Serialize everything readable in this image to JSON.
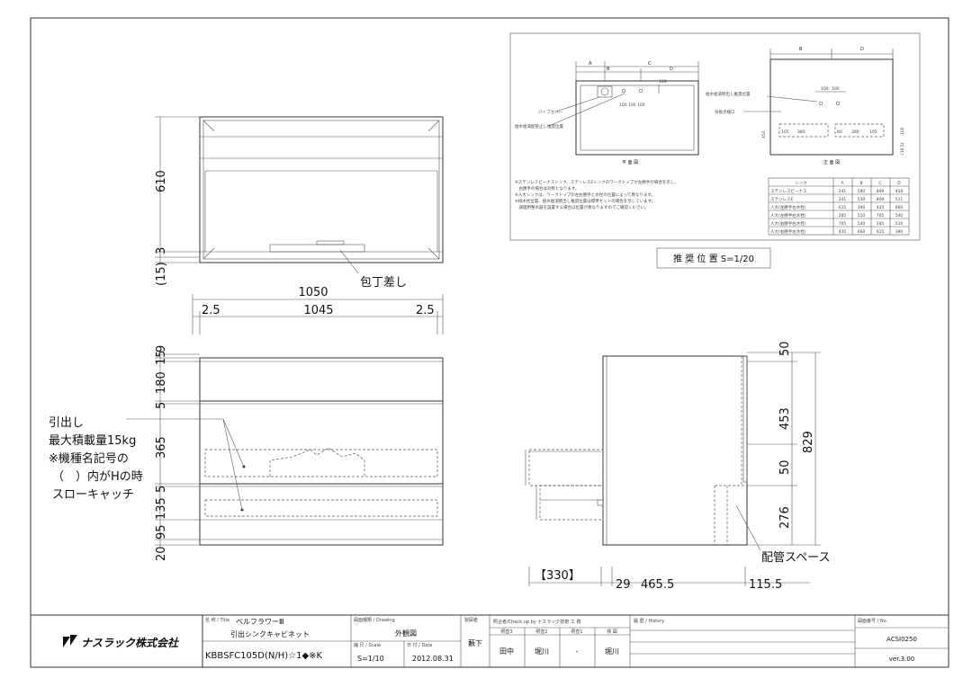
{
  "front_view": {
    "dims_vertical": [
      "610",
      "3",
      "(15)"
    ],
    "dims_horizontal": [
      "1050",
      "2.5",
      "1045",
      "2.5"
    ],
    "callout_knife": "包丁差し"
  },
  "drawer_view": {
    "dims_vertical": [
      "9",
      "15",
      "180",
      "5",
      "365",
      "5",
      "135",
      "95",
      "20"
    ],
    "notes": [
      "引出し",
      "最大積載量15kg",
      "※機種名記号の",
      "（　）内がHの時",
      "スローキャッチ"
    ]
  },
  "side_view": {
    "dims_vertical": [
      "50",
      "453",
      "50",
      "276",
      "829"
    ],
    "dims_horizontal": [
      "【330】",
      "29",
      "465.5",
      "115.5"
    ],
    "callout_pipe": "配管スペース"
  },
  "recommended": {
    "caption": "推 奨 位 置 S=1/20",
    "plan_label": "平 面 図",
    "elev_label": "正 面 図",
    "plan_dims": [
      "A",
      "B",
      "C",
      "D",
      "100",
      "100",
      "100",
      "100"
    ],
    "elev_dims": [
      "B",
      "D",
      "100",
      "100",
      "450",
      "105",
      "380",
      "80",
      "380",
      "105",
      "(16.5)",
      "100"
    ],
    "plan_callouts": [
      "パイプカバー",
      "給水給湯配管止し推奨位置"
    ],
    "elev_callouts": [
      "給水給湯壁出し推奨位置",
      "背板点検口"
    ],
    "notes": [
      "※ステンレスビーナスシンク、ステンレスEシンクのワークトップが左勝手の場合を示し、",
      "　右勝手の場合は対称となります。",
      "※人大シンクは、ワークトップの左右勝手と水栓の位置によって異なります。",
      "※排水栓位置、給水給湯壁出し推奨位置は標準セットの場合を示しています。",
      "　調理用整水器を設置する場合は位置が異なりますのでご確認ください。"
    ],
    "table": {
      "headers": [
        "シンク",
        "A",
        "B",
        "C",
        "D"
      ],
      "rows": [
        [
          "ステンレスビーナス",
          "241",
          "580",
          "809",
          "418"
        ],
        [
          "ステンレスE",
          "241",
          "539",
          "809",
          "511"
        ],
        [
          "人大(左勝手左水栓)",
          "615",
          "390",
          "435",
          "660"
        ],
        [
          "人大(左勝手右水栓)",
          "285",
          "510",
          "765",
          "540"
        ],
        [
          "人大(右勝手右水栓)",
          "765",
          "540",
          "285",
          "510"
        ],
        [
          "人大(右勝手左水栓)",
          "435",
          "660",
          "615",
          "390"
        ]
      ]
    }
  },
  "title_block": {
    "company": "ナスラック株式会社",
    "name_label": "名 称 / Title",
    "name_value": "ベルフラワーⅢ",
    "name_sub": "引出シンクキャビネット",
    "model": "KBBSFC105D(N/H)☆1◆※K",
    "drawing_type_label": "図面種類 / Drawing",
    "drawing_type": "外観図",
    "scale_label": "縮 尺 / Scale",
    "scale": "S=1/10",
    "date_label": "日 付 / Date",
    "date": "2012.08.31",
    "drafter_label": "製図者",
    "drafter": "藪下",
    "check_label": "照合者/Check up by ナスラック技術 工 務",
    "check_sub": [
      "照査3",
      "照査2",
      "照査1",
      "検 図"
    ],
    "checkers": [
      "田中",
      "堀川",
      "-",
      "堀川"
    ],
    "history_label": "履 歴 / History",
    "drawing_no_label": "図面番号 / No.",
    "drawing_no": "ACSI0250",
    "version": "ver.3.00"
  }
}
